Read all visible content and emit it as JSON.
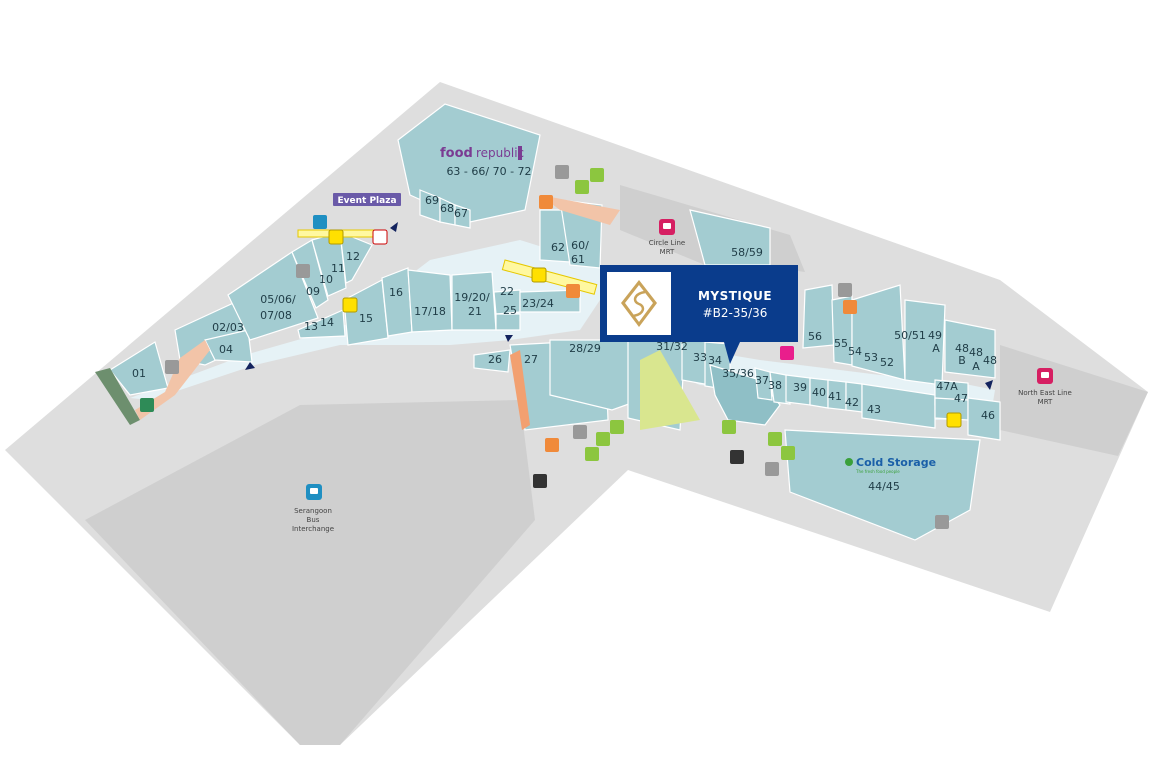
{
  "labels": {
    "event_plaza": "Event Plaza",
    "food_republic_food": "food",
    "food_republic_republic": "republic",
    "food_republic_units": "63 - 66/ 70 - 72",
    "circle_line_1": "Circle Line",
    "circle_line_2": "MRT",
    "north_east_1": "North East Line",
    "north_east_2": "MRT",
    "bus_1": "Serangoon",
    "bus_2": "Bus",
    "bus_3": "Interchange",
    "cold_storage": "Cold Storage",
    "cold_storage_tagline": "The fresh food people",
    "cold_storage_units": "44/45"
  },
  "highlight": {
    "name": "MYSTIQUE",
    "unit": "#B2-35/36"
  },
  "units": {
    "u01": "01",
    "u0203": "02/03",
    "u04": "04",
    "u0508a": "05/06/",
    "u0508b": "07/08",
    "u09": "09",
    "u10": "10",
    "u11": "11",
    "u12": "12",
    "u13": "13",
    "u14": "14",
    "u15": "15",
    "u16": "16",
    "u1718": "17/18",
    "u1921a": "19/20/",
    "u1921b": "21",
    "u22": "22",
    "u2324": "23/24",
    "u25": "25",
    "u26": "26",
    "u27": "27",
    "u2829": "28/29",
    "u3132": "31/32",
    "u33": "33",
    "u34": "34",
    "u3536": "35/36",
    "u37": "37",
    "u38": "38",
    "u39": "39",
    "u40": "40",
    "u41": "41",
    "u42": "42",
    "u43": "43",
    "u46": "46",
    "u47": "47",
    "u47a": "47A",
    "u48a1": "48",
    "u48a2": "A",
    "u48b1": "48",
    "u48b2": "B",
    "u48": "48",
    "u49a1": "49",
    "u49a2": "A",
    "u5051": "50/51",
    "u52": "52",
    "u53": "53",
    "u54": "54",
    "u55": "55",
    "u56": "56",
    "u5859": "58/59",
    "u6061a": "60/",
    "u6061b": "61",
    "u62": "62",
    "u67": "67",
    "u68": "68",
    "u69": "69"
  },
  "colors": {
    "highlight": "#0a3c8c",
    "unit": "#a3ccd1",
    "walkway": "#e6f2f6",
    "ground": "#dedede",
    "food_republic": "#7a3b92",
    "cold_storage": "#1a5fa8",
    "mrt": "#d61f62",
    "bus": "#1f8fc2",
    "lift": "#f08a3a",
    "escalator": "#ffe000",
    "amenity": "#8cc63f"
  }
}
